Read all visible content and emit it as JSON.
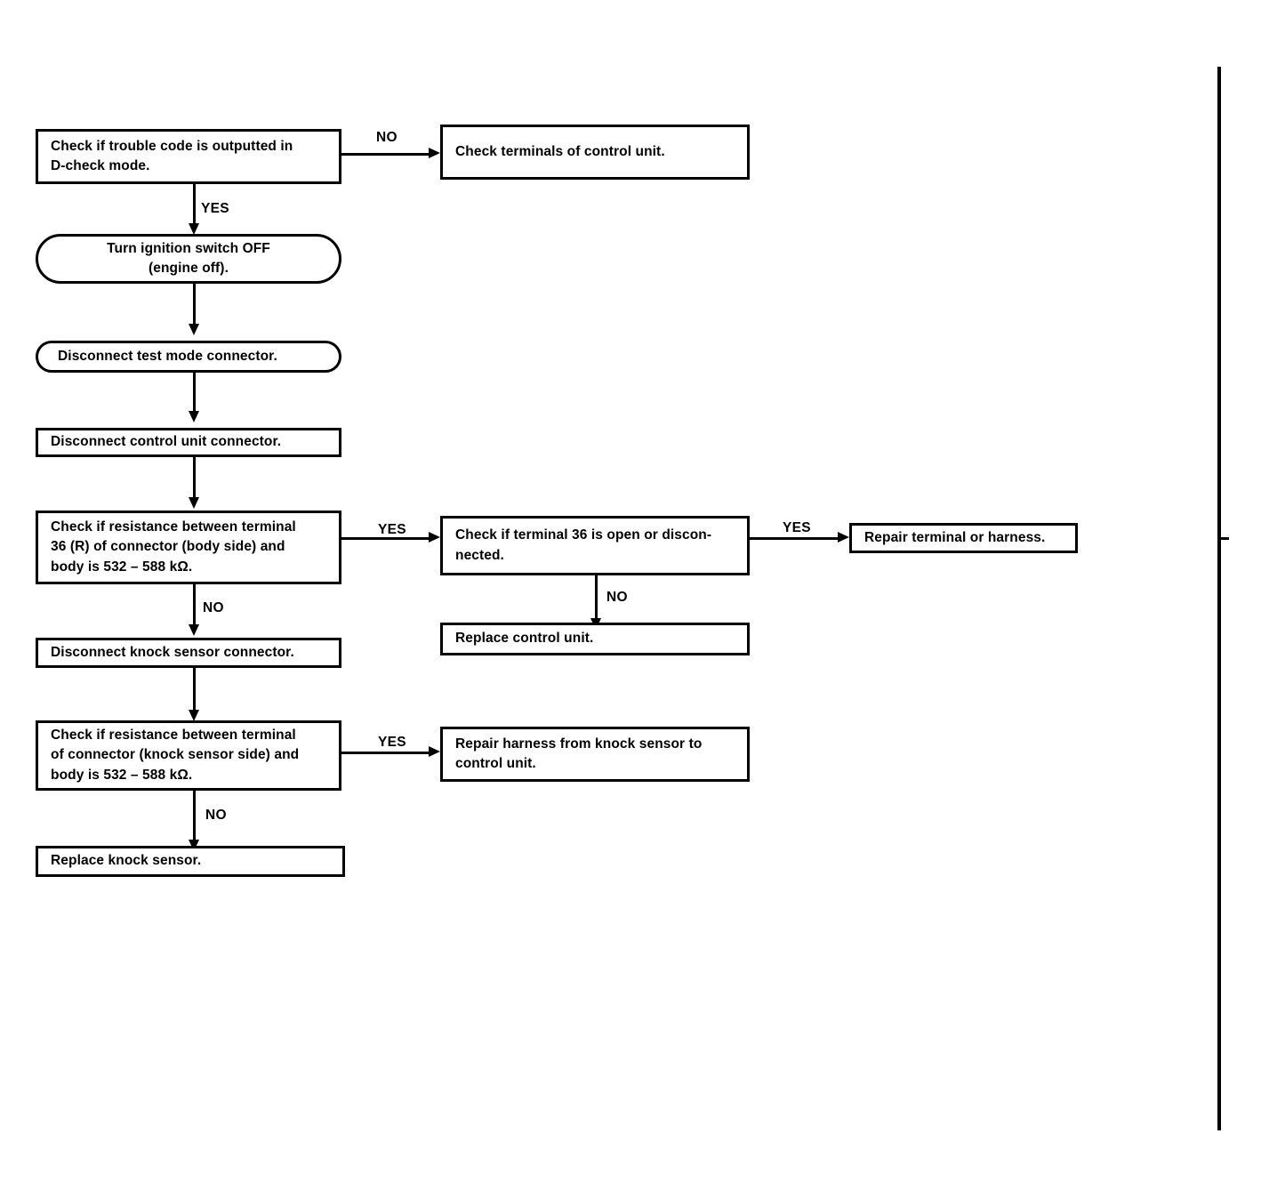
{
  "diagram": {
    "title": "Knock sensor trouble diagnosis flowchart",
    "ink_color": "#000000",
    "background_color": "#ffffff",
    "nodes": [
      {
        "id": "check-trouble-code",
        "shape": "rectangle",
        "text": "Check if trouble code is outputted in\nD-check mode."
      },
      {
        "id": "check-terminals-control-unit",
        "shape": "rectangle",
        "text": "Check terminals of control unit."
      },
      {
        "id": "turn-ignition-off",
        "shape": "stadium",
        "text": "Turn ignition switch OFF\n(engine off)."
      },
      {
        "id": "disconnect-test-mode-connector",
        "shape": "stadium",
        "text": "Disconnect test mode connector."
      },
      {
        "id": "disconnect-control-unit-connector",
        "shape": "rectangle",
        "text": "Disconnect control unit connector."
      },
      {
        "id": "check-resistance-body-side",
        "shape": "rectangle",
        "text": "Check if resistance between terminal\n36 (R) of connector (body side) and\nbody is 532 – 588 kΩ."
      },
      {
        "id": "check-terminal-36-open",
        "shape": "rectangle",
        "text": "Check if terminal 36 is open or discon-\nnected."
      },
      {
        "id": "repair-terminal-or-harness",
        "shape": "rectangle",
        "text": "Repair terminal or harness."
      },
      {
        "id": "replace-control-unit",
        "shape": "rectangle",
        "text": "Replace control unit."
      },
      {
        "id": "disconnect-knock-sensor-connector",
        "shape": "rectangle",
        "text": "Disconnect knock sensor connector."
      },
      {
        "id": "check-resistance-knock-sensor-side",
        "shape": "rectangle",
        "text": "Check if resistance between terminal\nof connector (knock sensor side) and\nbody is 532 – 588 kΩ."
      },
      {
        "id": "repair-harness-knock-sensor",
        "shape": "rectangle",
        "text": "Repair harness from knock sensor to\ncontrol unit."
      },
      {
        "id": "replace-knock-sensor",
        "shape": "rectangle",
        "text": "Replace knock sensor."
      }
    ],
    "edge_labels": {
      "trouble_code_no": "NO",
      "trouble_code_yes": "YES",
      "resistance_body_yes": "YES",
      "resistance_body_no": "NO",
      "terminal36_yes": "YES",
      "terminal36_no": "NO",
      "resistance_knock_yes": "YES",
      "resistance_knock_no": "NO"
    }
  }
}
